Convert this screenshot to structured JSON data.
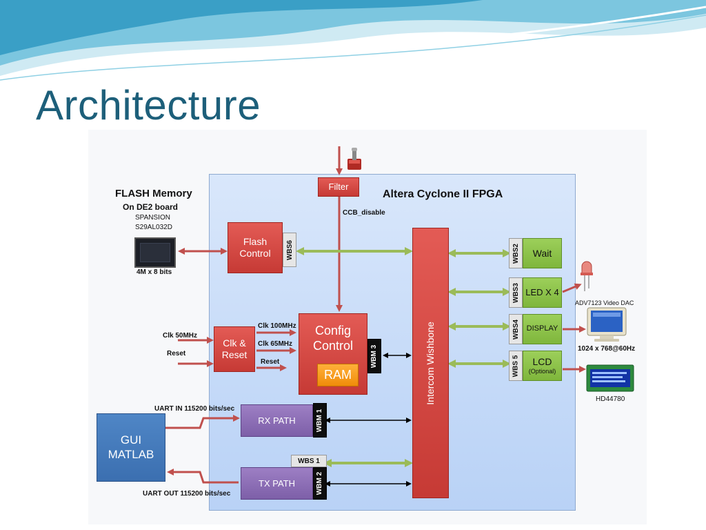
{
  "slide": {
    "title": "Architecture"
  },
  "diagram": {
    "fpga_title": "Altera  Cyclone II FPGA",
    "flash": {
      "title": "FLASH Memory",
      "subtitle": "On DE2 board",
      "vendor": "SPANSION",
      "part": "S29AL032D",
      "size": "4M x 8 bits"
    },
    "blocks": {
      "filter": "Filter",
      "flash_control_1": "Flash",
      "flash_control_2": "Control",
      "config_control_1": "Config",
      "config_control_2": "Control",
      "ram": "RAM",
      "clk_reset_1": "Clk &",
      "clk_reset_2": "Reset",
      "rx_path": "RX PATH",
      "tx_path": "TX PATH",
      "intercom": "Intercom Wishbone",
      "gui_1": "GUI",
      "gui_2": "MATLAB",
      "wait": "Wait",
      "led": "LED X 4",
      "display": "DISPLAY",
      "lcd": "LCD",
      "lcd_note": "(Optional)"
    },
    "ports": {
      "wbs6": "WBS6",
      "wbs2": "WBS2",
      "wbs3": "WBS3",
      "wbs4": "WBS4",
      "wbs5": "WBS 5",
      "wbs1": "WBS 1",
      "wbm3": "WBM 3",
      "wbm1": "WBM 1",
      "wbm2": "WBM 2"
    },
    "signals": {
      "ccb_disable": "CCB_disable",
      "clk_50": "Clk 50MHz",
      "reset_in": "Reset",
      "clk_100": "Clk 100MHz",
      "clk_65": "Clk 65MHz",
      "reset_out": "Reset",
      "uart_in": "UART IN 115200 bits/sec",
      "uart_out": "UART OUT 115200 bits/sec"
    },
    "peripherals": {
      "dac": "ADV7123 Video DAC",
      "resolution": "1024 x 768@60Hz",
      "lcd_part": "HD44780"
    },
    "colors": {
      "red_arrow": "#c0504d",
      "green_arrow": "#9bbb59",
      "black_arrow": "#000000",
      "title": "#1d5f7a"
    }
  }
}
